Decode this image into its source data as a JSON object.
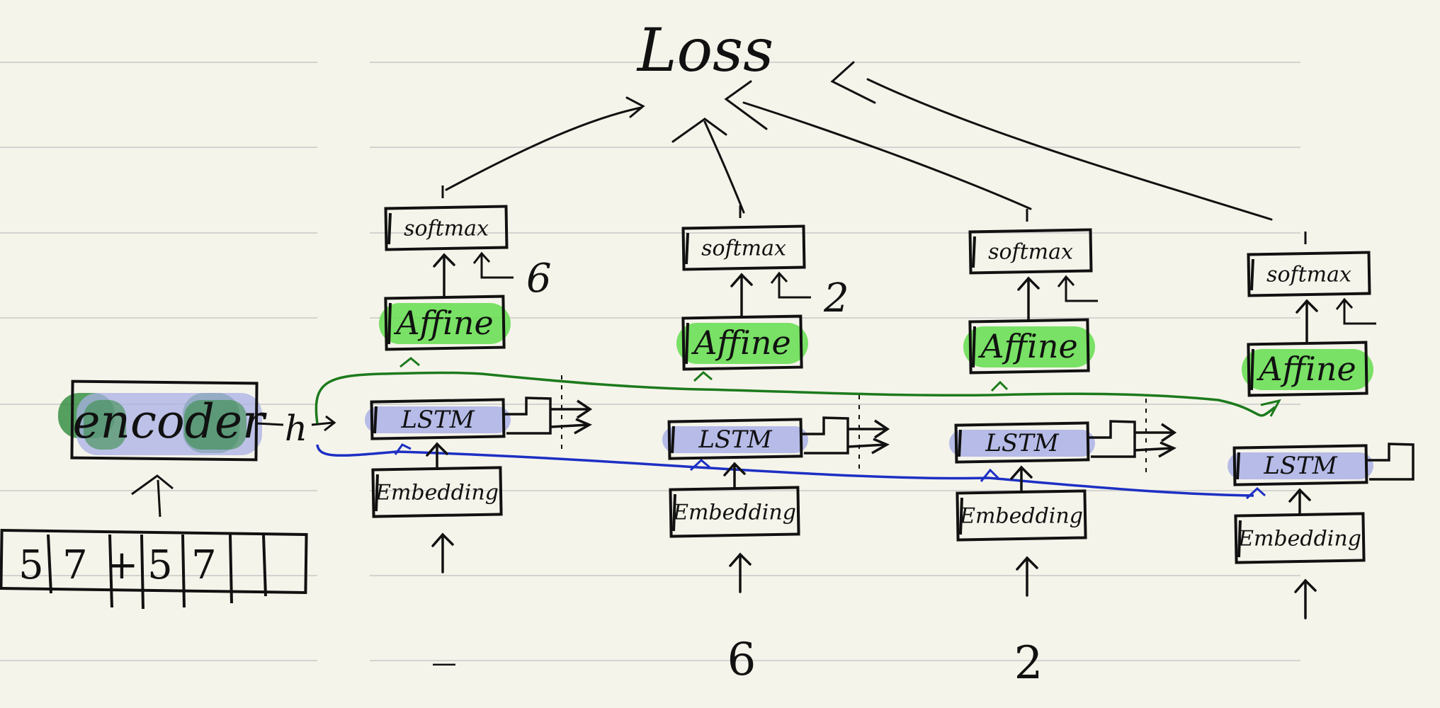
{
  "diagram": {
    "loss_label": "Loss",
    "encoder": {
      "label": "encoder",
      "output_label": "h",
      "input_chars": [
        "5",
        "7",
        "+",
        "5",
        "7",
        "",
        ""
      ]
    },
    "block_labels": {
      "softmax": "softmax",
      "affine": "Affine",
      "lstm": "LSTM",
      "embedding": "Embedding"
    },
    "steps": [
      {
        "input": "_",
        "target": "6"
      },
      {
        "input": "6",
        "target": "2"
      },
      {
        "input": "2",
        "target": ""
      },
      {
        "input": "",
        "target": ""
      }
    ]
  },
  "colors": {
    "paper": "#f5f4ea",
    "ruled_line": "#d3d4d1",
    "ink": "#111111",
    "affine_highlight": "#63dd4e",
    "lstm_highlight": "#aab0e6",
    "hidden_path": "#1d2fc4",
    "context_path": "#1c7a1c",
    "encoder_dark": "#2d8a3c"
  }
}
